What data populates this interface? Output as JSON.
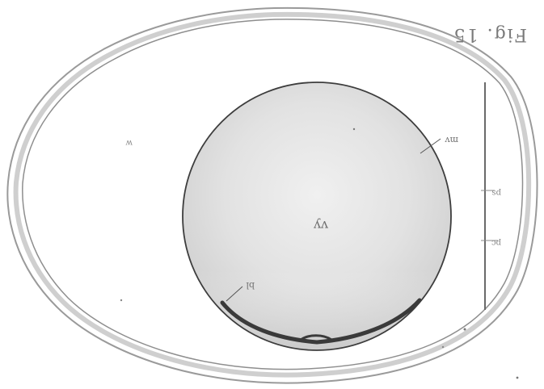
{
  "figure": {
    "figure_number": "Fig. 15",
    "labels": {
      "yolk": "vy",
      "membrane": "mv",
      "embryo": "bl",
      "white": "w",
      "ruler_upper": "ps",
      "ruler_lower": "pc"
    }
  },
  "colors": {
    "shell_outline": "#9a9a9a",
    "shell_band": "#cfcfcf",
    "yolk_edge": "#3d3d3d",
    "yolk_center": "#ececec",
    "yolk_outer": "#d2d2d2",
    "embryo_band": "#3a3a3a",
    "text": "#5a5a5a"
  },
  "icons": {
    "egg": "egg-outline",
    "yolk": "yolk-circle",
    "embryo": "germinal-disc-arc"
  }
}
